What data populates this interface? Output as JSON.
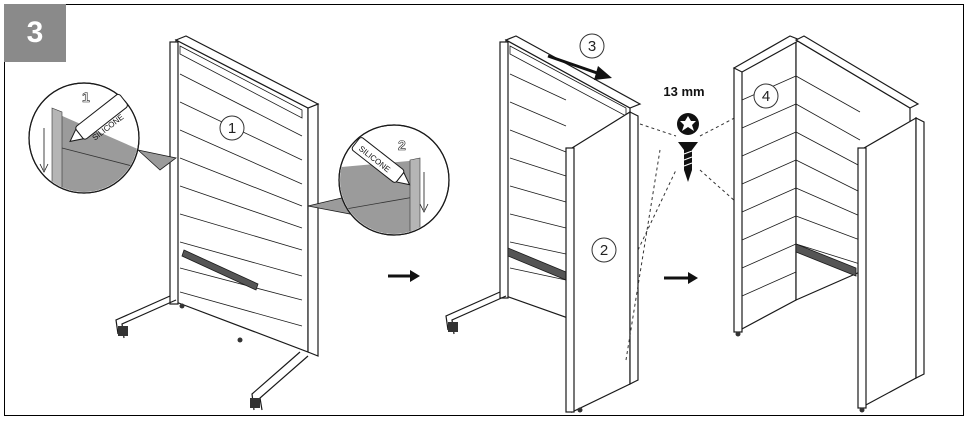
{
  "step": {
    "number": "3"
  },
  "detail_left": {
    "step_number": "1",
    "material_label": "SILICONE"
  },
  "detail_right": {
    "step_number": "2",
    "material_label": "SILICONE"
  },
  "callouts": {
    "c1": "1",
    "c2": "2",
    "c3": "3",
    "c4": "4"
  },
  "screw": {
    "size_label": "13 mm"
  },
  "colors": {
    "detail_fill": "#9b9b9b",
    "badge": "#8a8a8a",
    "line": "#1a1a1a"
  }
}
